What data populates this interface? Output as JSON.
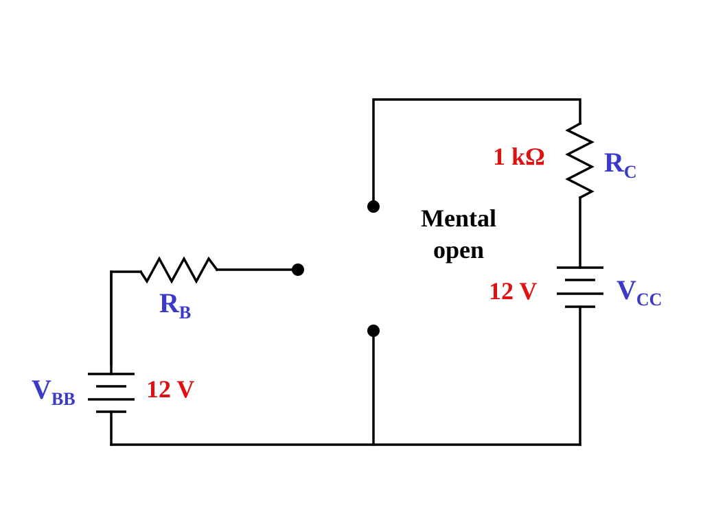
{
  "colors": {
    "wire": "#000000",
    "component_name": "#3a3ac8",
    "component_value": "#e01010",
    "note": "#000000"
  },
  "components": {
    "rb": {
      "name": "R",
      "sub": "B"
    },
    "rc": {
      "name": "R",
      "sub": "C",
      "value": "1 kΩ"
    },
    "vbb": {
      "name": "V",
      "sub": "BB",
      "value": "12 V"
    },
    "vcc": {
      "name": "V",
      "sub": "CC",
      "value": "12 V"
    }
  },
  "note": {
    "line1": "Mental",
    "line2": "open"
  }
}
